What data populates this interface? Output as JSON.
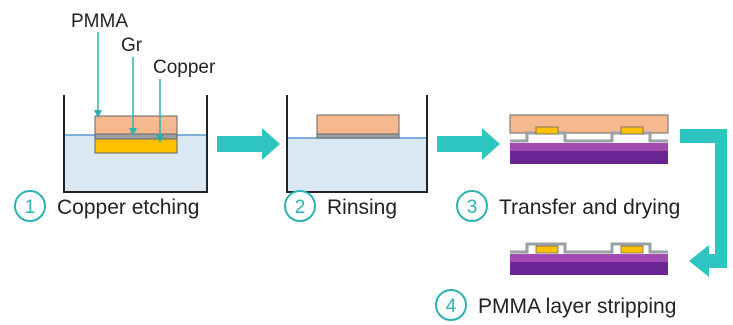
{
  "labels": {
    "pmma": "PMMA",
    "gr": "Gr",
    "copper": "Copper"
  },
  "steps": [
    {
      "number": "1",
      "label": "Copper etching"
    },
    {
      "number": "2",
      "label": "Rinsing"
    },
    {
      "number": "3",
      "label": "Transfer and drying"
    },
    {
      "number": "4",
      "label": "PMMA layer stripping"
    }
  ],
  "colors": {
    "pmma": "#f6b88f",
    "graphene": "#9aa0a6",
    "copper": "#ffc000",
    "water": "#dae8f4",
    "substrate_top": "#a24bb0",
    "substrate_bottom": "#6a2494",
    "arrow": "#2ec4c0",
    "callout_arrow": "#2ab3b0"
  }
}
